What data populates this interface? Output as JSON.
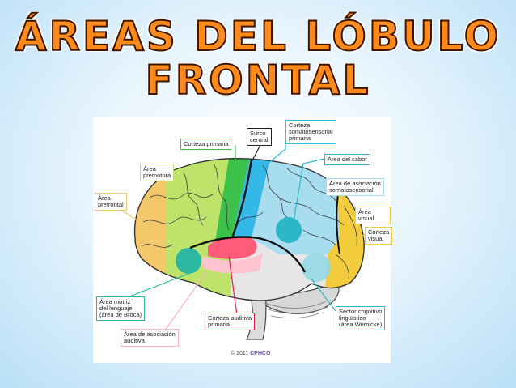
{
  "title": {
    "line1": "ÁREAS DEL LÓBULO",
    "line2": "FRONTAL"
  },
  "colors": {
    "prefrontal": "#f3c86b",
    "premotor": "#bde36a",
    "motor": "#3cc24a",
    "somatosensory": "#33b8e8",
    "association": "#a8dcef",
    "visual": "#f2cc3c",
    "broca": "#2bb7a0",
    "auditory": "#ff5c7c",
    "wernicke": "#2bb7c6"
  },
  "labels": {
    "corteza_primaria": "Corteza primaria",
    "surco_central": "Surco\ncentral",
    "corteza_somatosensorial": "Corteza\nsomatosensorial\nprimaria",
    "area_sabor": "Área del sabor",
    "area_premotora": "Área\npremotora",
    "area_asociacion_somato": "Área de asociación\nsomatosensorial",
    "area_prefrontal": "Área\nprefrontal",
    "area_visual": "Área visual",
    "corteza_visual": "Corteza\nvisual",
    "area_motriz": "Área motriz\ndel lenguaje\n(área de Broca)",
    "sector_cognitivo": "Sector cognitivo\nlingüístico\n(área Wernicke)",
    "area_asociacion_auditiva": "Área de asociación\nauditiva",
    "corteza_auditiva": "Corteza auditiva\nprimaria"
  },
  "copyright": {
    "text": "© 2011",
    "brand": "CPHCO"
  }
}
